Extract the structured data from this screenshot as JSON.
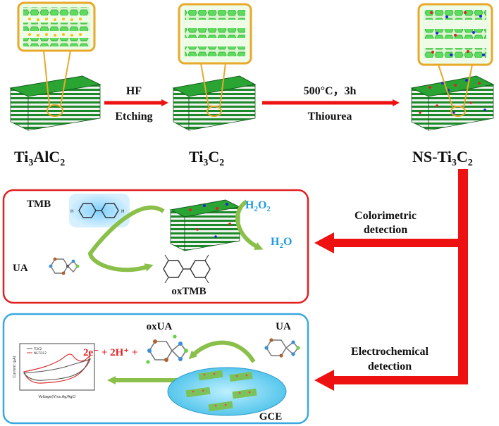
{
  "materials": {
    "max_phase": {
      "main": "Ti",
      "sub1": "3",
      "mid": "AlC",
      "sub2": "2"
    },
    "mxene": {
      "main": "Ti",
      "sub1": "3",
      "mid": "C",
      "sub2": "2"
    },
    "doped": {
      "main": "NS-Ti",
      "sub1": "3",
      "mid": "C",
      "sub2": "2"
    }
  },
  "arrows": {
    "step1_top": "HF",
    "step1_bottom": "Etching",
    "step2_top": "500°C，3h",
    "step2_bottom": "Thiourea",
    "colorimetric_line1": "Colorimetric",
    "colorimetric_line2": "detection",
    "electro_line1": "Electrochemical",
    "electro_line2": "detection"
  },
  "colorimetric_panel": {
    "tmb": "TMB",
    "oxtmb": "oxTMB",
    "ua": "UA",
    "h2o2": {
      "main": "H",
      "sub1": "2",
      "mid": "O",
      "sub2": "2"
    },
    "h2o": {
      "main": "H",
      "sub1": "2",
      "mid": "O"
    }
  },
  "electro_panel": {
    "oxua": "oxUA",
    "ua": "UA",
    "gce": "GCE",
    "electrons": "2e⁻ + 2H⁺ +"
  },
  "plot": {
    "xlabel": "Voltage(V)vs.Ag/AgCl",
    "ylabel": "Current (μA)",
    "legend": [
      "Ti3C2",
      "NS-Ti3C2"
    ]
  },
  "colors": {
    "arrow_red": "#ee1111",
    "zoom_gold": "#e8a92a",
    "panel_red": "#e02020",
    "panel_blue": "#3aa8e0",
    "green_arrow": "#8ac04a",
    "block_green": "#1d8a2a"
  }
}
